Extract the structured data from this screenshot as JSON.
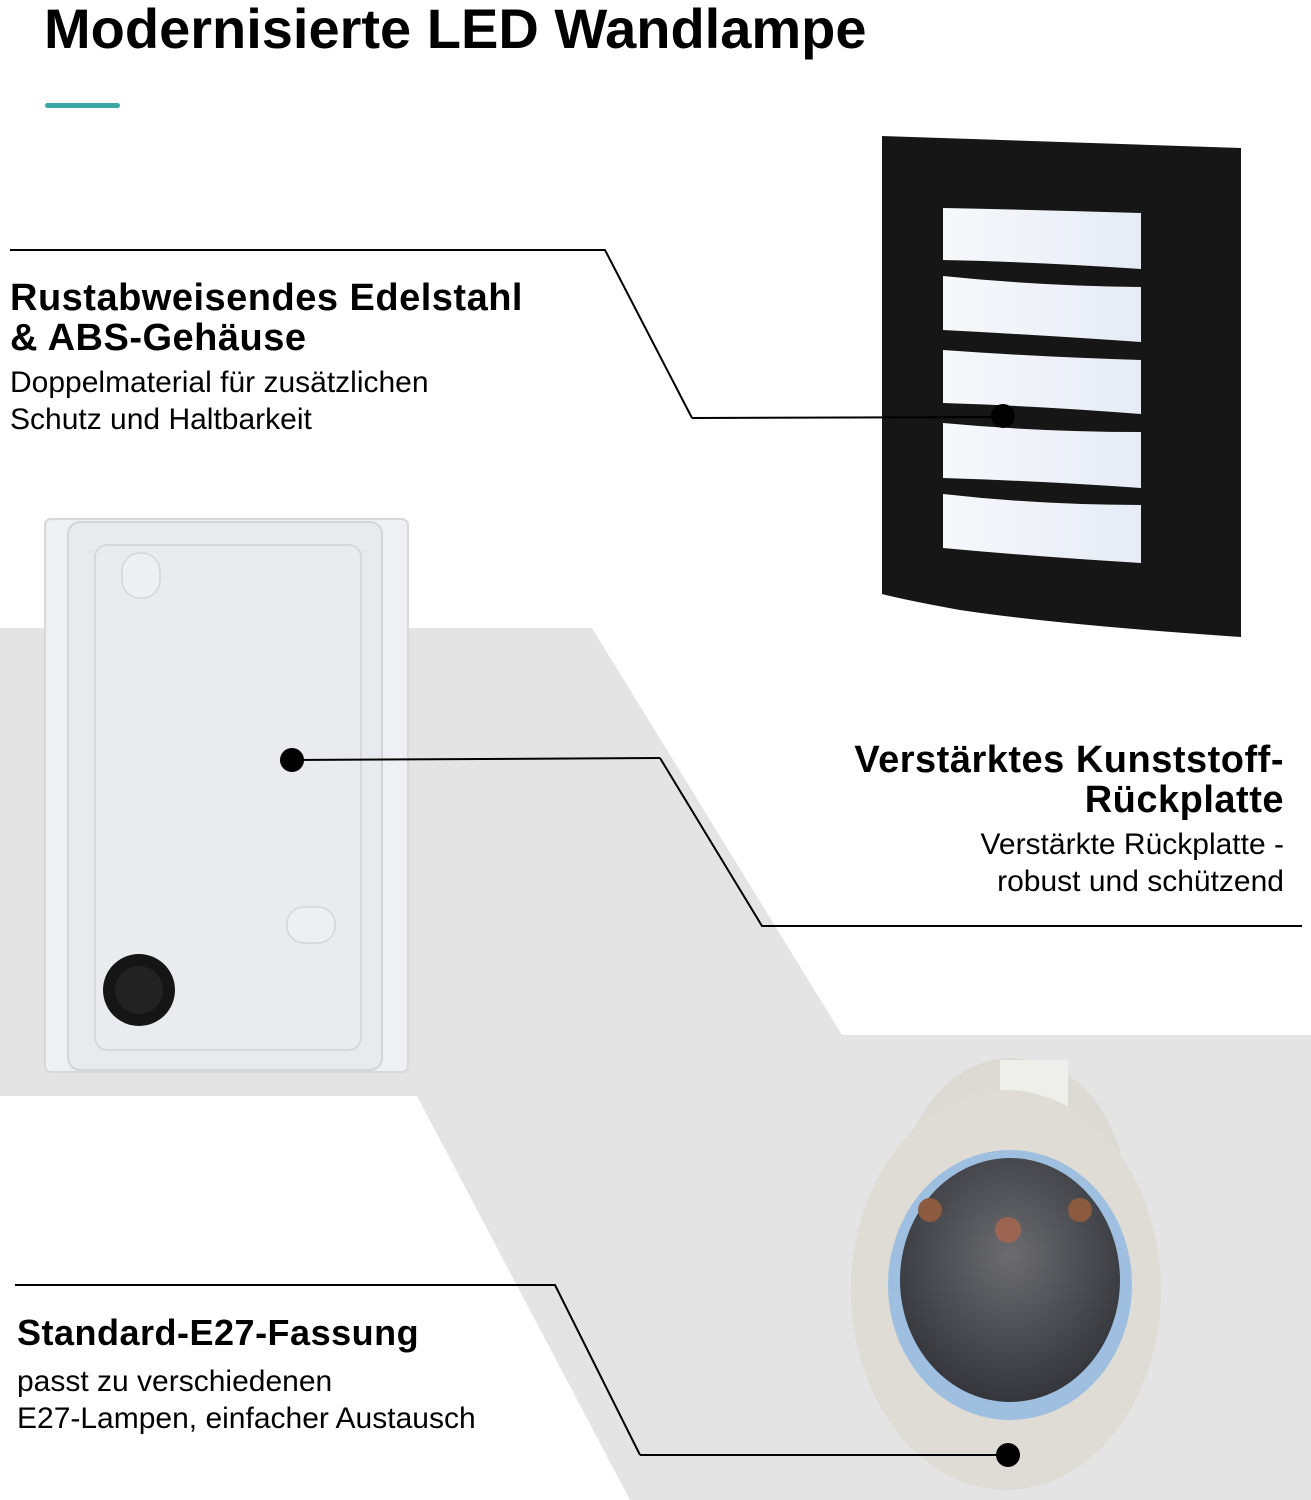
{
  "header": {
    "title": "Modernisierte LED Wandlampe",
    "accent_color": "#3aa6a6"
  },
  "features": [
    {
      "heading_lines": [
        "Rustabweisendes Edelstahl",
        "& ABS-Gehäuse"
      ],
      "desc_lines": [
        "Doppelmaterial für zusätzlichen",
        "Schutz und Haltbarkeit"
      ],
      "points_to": "lamp-front"
    },
    {
      "heading_lines": [
        "Verstärktes Kunststoff-",
        "Rückplatte"
      ],
      "desc_lines": [
        "Verstärkte Rückplatte -",
        "robust und schützend"
      ],
      "points_to": "backplate"
    },
    {
      "heading_lines": [
        "Standard-E27-Fassung"
      ],
      "desc_lines": [
        "passt zu verschiedenen",
        "E27-Lampen, einfacher Austausch"
      ],
      "points_to": "e27-socket"
    }
  ],
  "colors": {
    "background": "#ffffff",
    "band_gray": "#e4e4e4",
    "lamp_body": "#161616",
    "lamp_glass": "#eef1f7",
    "text": "#000000"
  }
}
